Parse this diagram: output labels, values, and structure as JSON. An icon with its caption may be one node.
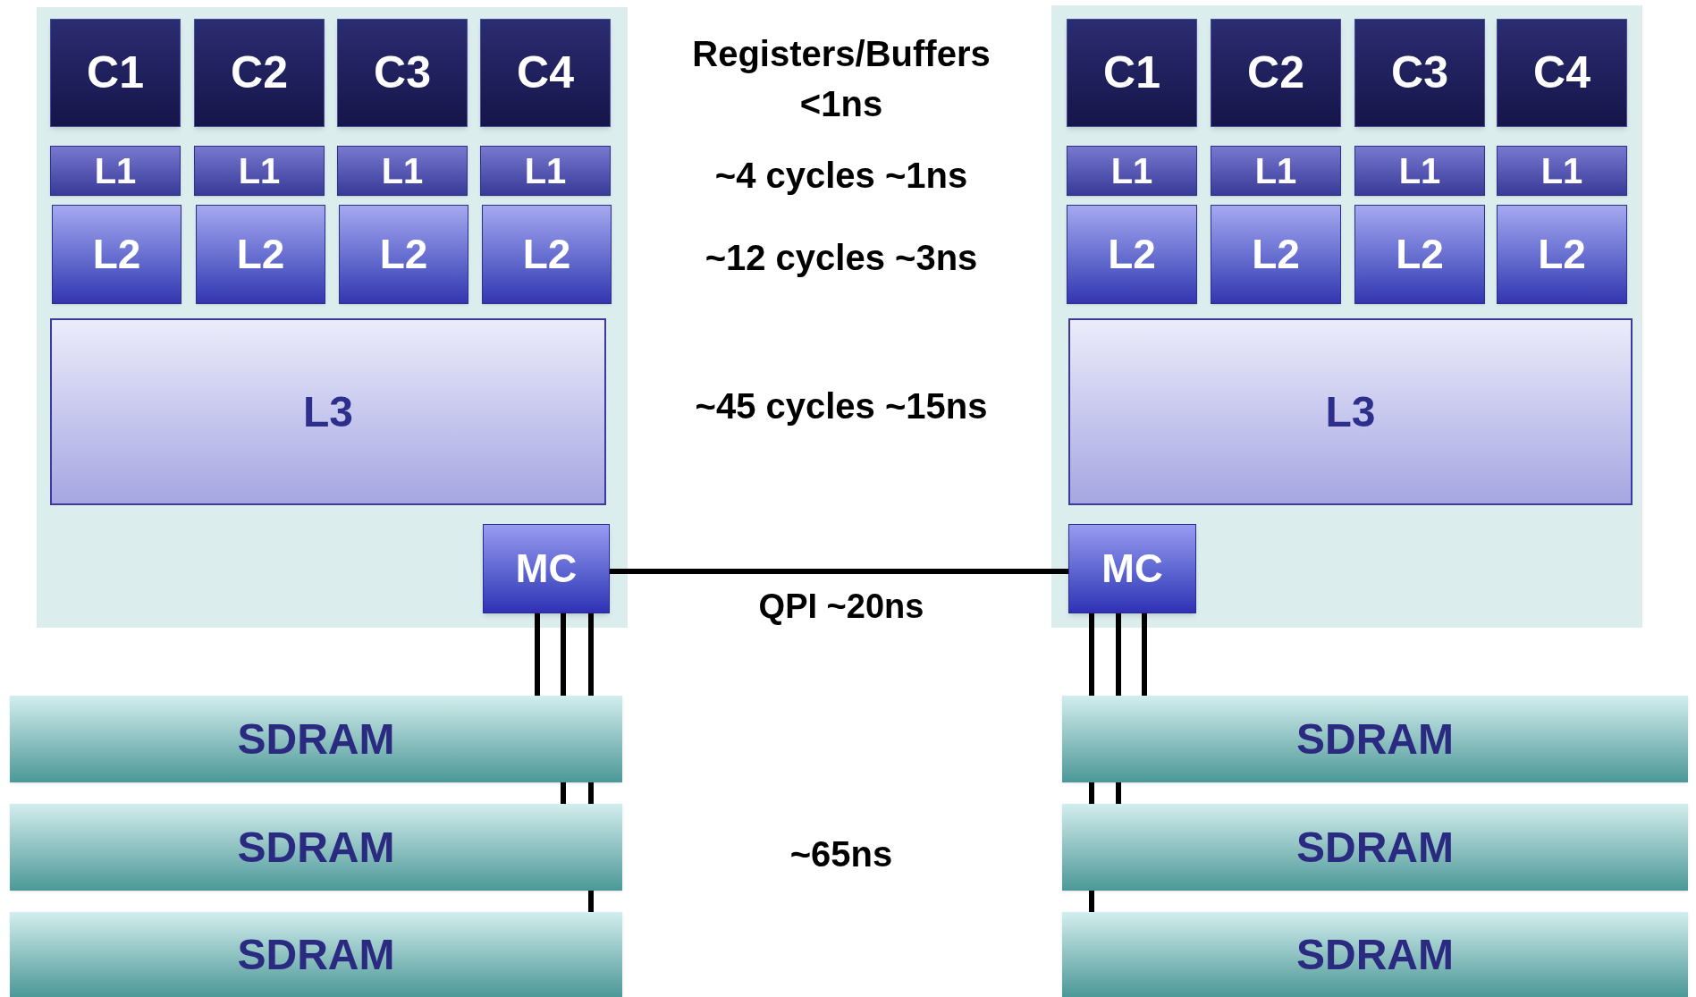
{
  "diagram": {
    "nodes": [
      {
        "text": [],
        "shape": "box"
      },
      {
        "text": [
          "C1"
        ],
        "in": 0
      },
      {
        "text": [
          "C2"
        ],
        "in": 0
      },
      {
        "text": [
          "C3"
        ],
        "in": 0
      },
      {
        "text": [
          "C4"
        ],
        "in": 0
      },
      {
        "text": [
          "L1"
        ],
        "in": 0
      },
      {
        "text": [
          "L1"
        ],
        "in": 0
      },
      {
        "text": [
          "L1"
        ],
        "in": 0
      },
      {
        "text": [
          "L1"
        ],
        "in": 0
      },
      {
        "text": [
          "L2"
        ],
        "in": 0
      },
      {
        "text": [
          "L2"
        ],
        "in": 0
      },
      {
        "text": [
          "L2"
        ],
        "in": 0
      },
      {
        "text": [
          "L2"
        ],
        "in": 0
      },
      {
        "text": [
          "L3"
        ],
        "in": 0
      },
      {
        "text": [
          "MC"
        ],
        "in": 0
      },
      {
        "text": [],
        "shape": "box"
      },
      {
        "text": [
          "C1"
        ],
        "in": 15
      },
      {
        "text": [
          "C2"
        ],
        "in": 15
      },
      {
        "text": [
          "C3"
        ],
        "in": 15
      },
      {
        "text": [
          "C4"
        ],
        "in": 15
      },
      {
        "text": [
          "L1"
        ],
        "in": 15
      },
      {
        "text": [
          "L1"
        ],
        "in": 15
      },
      {
        "text": [
          "L1"
        ],
        "in": 15
      },
      {
        "text": [
          "L1"
        ],
        "in": 15
      },
      {
        "text": [
          "L2"
        ],
        "in": 15
      },
      {
        "text": [
          "L2"
        ],
        "in": 15
      },
      {
        "text": [
          "L2"
        ],
        "in": 15
      },
      {
        "text": [
          "L2"
        ],
        "in": 15
      },
      {
        "text": [
          "L3"
        ],
        "in": 15
      },
      {
        "text": [
          "MC"
        ],
        "in": 15
      },
      {
        "text": [
          "SDRAM"
        ]
      },
      {
        "text": [
          "SDRAM"
        ]
      },
      {
        "text": [
          "SDRAM"
        ]
      },
      {
        "text": [
          "SDRAM"
        ]
      },
      {
        "text": [
          "SDRAM"
        ]
      },
      {
        "text": [
          "SDRAM"
        ]
      }
    ],
    "edges": [
      {
        "from": 14,
        "to": 29,
        "arrow": "none",
        "label": "QPI ~20ns"
      },
      {
        "from": 14,
        "to": 30,
        "arrow": "none"
      },
      {
        "from": 14,
        "to": 30,
        "arrow": "none"
      },
      {
        "from": 14,
        "to": 30,
        "arrow": "none"
      },
      {
        "from": 30,
        "to": 31,
        "arrow": "none"
      },
      {
        "from": 30,
        "to": 31,
        "arrow": "none"
      },
      {
        "from": 31,
        "to": 32,
        "arrow": "none"
      },
      {
        "from": 29,
        "to": 33,
        "arrow": "none"
      },
      {
        "from": 29,
        "to": 33,
        "arrow": "none"
      },
      {
        "from": 29,
        "to": 33,
        "arrow": "none"
      },
      {
        "from": 33,
        "to": 34,
        "arrow": "none"
      },
      {
        "from": 33,
        "to": 34,
        "arrow": "none"
      },
      {
        "from": 34,
        "to": 35,
        "arrow": "none"
      }
    ],
    "labels": [
      "Registers/Buffers <1ns",
      "~4 cycles ~1ns",
      "~12 cycles ~3ns",
      "~45 cycles ~15ns",
      "~65ns"
    ]
  }
}
